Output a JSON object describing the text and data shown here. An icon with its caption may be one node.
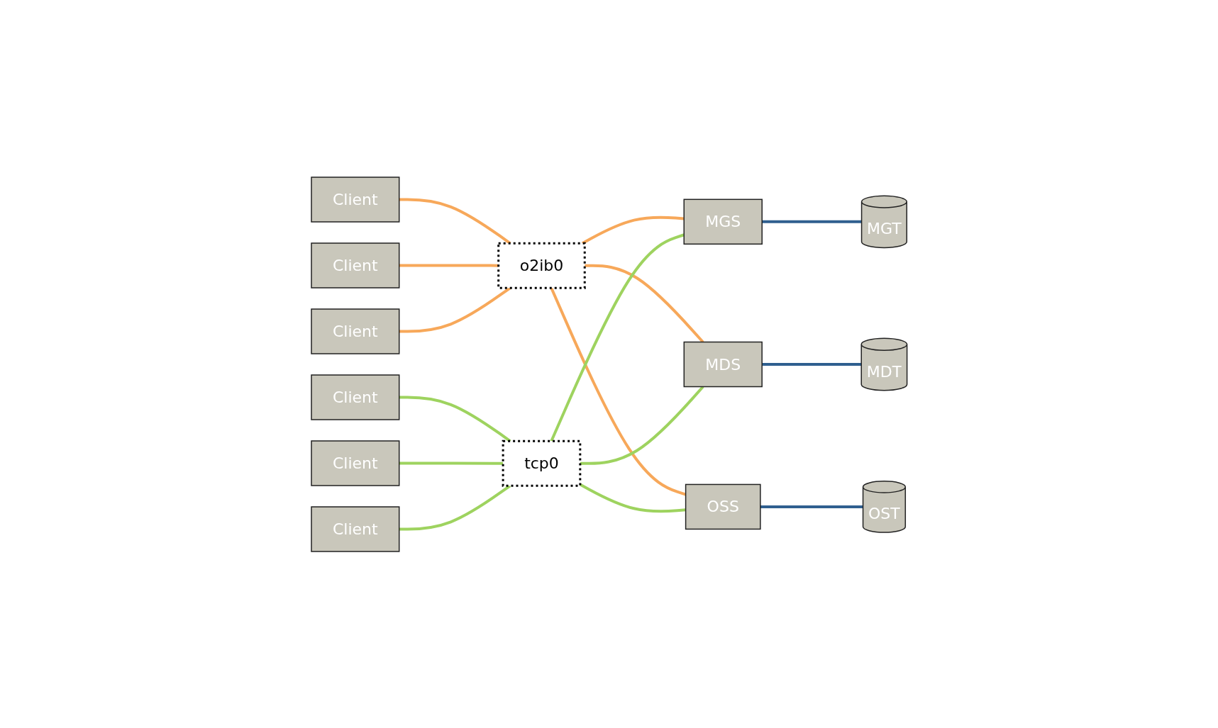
{
  "diagram": {
    "nodes": [
      {
        "text": [
          "Client"
        ]
      },
      {
        "text": [
          "Client"
        ]
      },
      {
        "text": [
          "Client"
        ]
      },
      {
        "text": [
          "Client"
        ]
      },
      {
        "text": [
          "Client"
        ]
      },
      {
        "text": [
          "Client"
        ]
      },
      {
        "text": [
          "o2ib0"
        ]
      },
      {
        "text": [
          "tcp0"
        ]
      },
      {
        "text": [
          "MGS"
        ]
      },
      {
        "text": [
          "MDS"
        ]
      },
      {
        "text": [
          "OSS"
        ]
      },
      {
        "text": [
          "MGT"
        ]
      },
      {
        "text": [
          "MDT"
        ]
      },
      {
        "text": [
          "OST"
        ]
      }
    ],
    "edges": [
      {
        "from": 0,
        "to": 6,
        "arrow": "none",
        "color": "#f7a85a"
      },
      {
        "from": 1,
        "to": 6,
        "arrow": "none",
        "color": "#f7a85a"
      },
      {
        "from": 2,
        "to": 6,
        "arrow": "none",
        "color": "#f7a85a"
      },
      {
        "from": 3,
        "to": 7,
        "arrow": "none",
        "color": "#9ed35f"
      },
      {
        "from": 4,
        "to": 7,
        "arrow": "none",
        "color": "#9ed35f"
      },
      {
        "from": 5,
        "to": 7,
        "arrow": "none",
        "color": "#9ed35f"
      },
      {
        "from": 6,
        "to": 8,
        "arrow": "none",
        "color": "#f7a85a"
      },
      {
        "from": 6,
        "to": 9,
        "arrow": "none",
        "color": "#f7a85a"
      },
      {
        "from": 6,
        "to": 10,
        "arrow": "none",
        "color": "#f7a85a"
      },
      {
        "from": 7,
        "to": 8,
        "arrow": "none",
        "color": "#9ed35f"
      },
      {
        "from": 7,
        "to": 9,
        "arrow": "none",
        "color": "#9ed35f"
      },
      {
        "from": 7,
        "to": 10,
        "arrow": "none",
        "color": "#9ed35f"
      },
      {
        "from": 8,
        "to": 11,
        "arrow": "none",
        "color": "#2f5f8f"
      },
      {
        "from": 9,
        "to": 12,
        "arrow": "none",
        "color": "#2f5f8f"
      },
      {
        "from": 10,
        "to": 13,
        "arrow": "none",
        "color": "#2f5f8f"
      }
    ]
  }
}
